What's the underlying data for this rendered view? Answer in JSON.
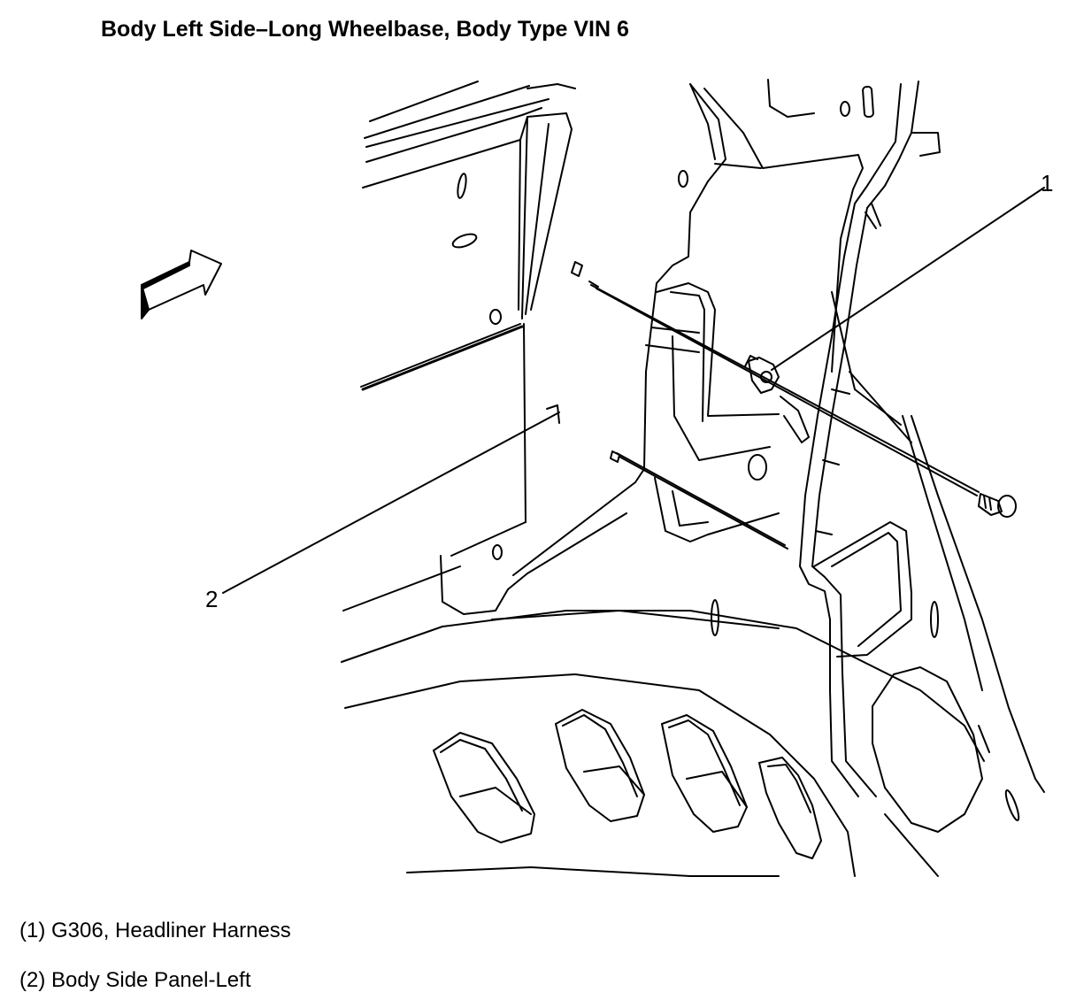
{
  "title": "Body Left Side–Long Wheelbase, Body Type VIN 6",
  "callouts": [
    {
      "number": "1",
      "label": "(1) G306, Headliner Harness"
    },
    {
      "number": "2",
      "label": "(2) Body Side Panel-Left"
    }
  ],
  "icons": {
    "front_arrow": "forward-arrow-icon"
  }
}
